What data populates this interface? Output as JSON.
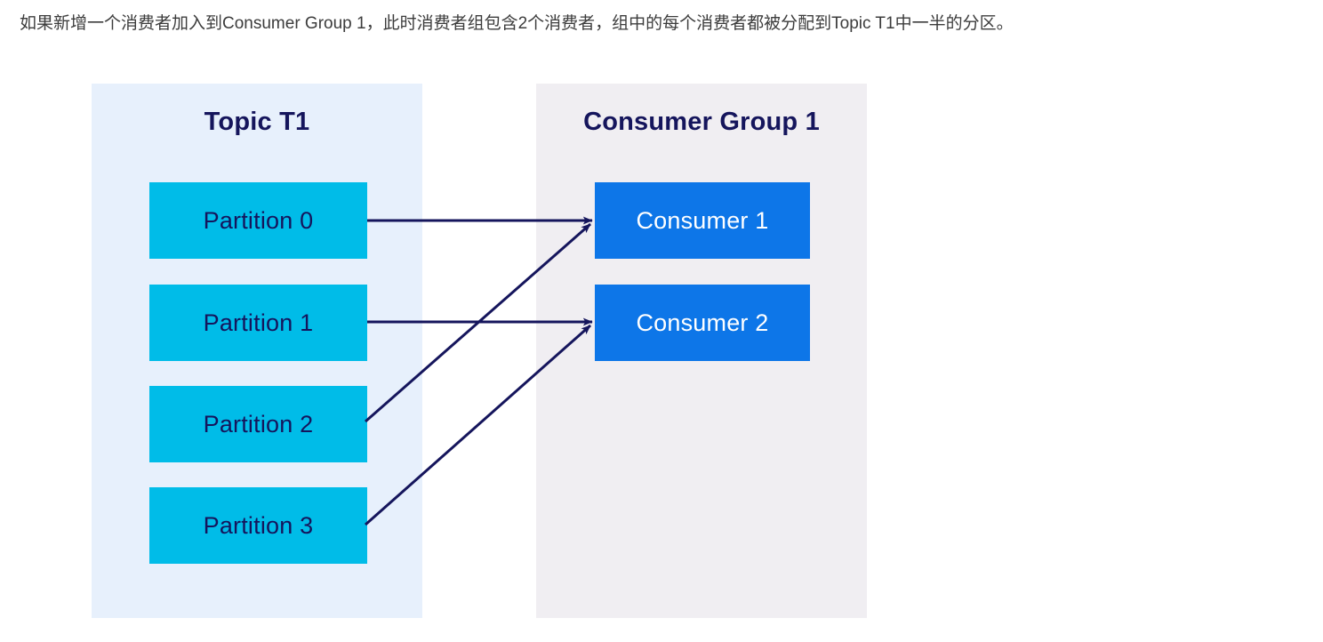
{
  "caption": {
    "text": "如果新增一个消费者加入到Consumer Group 1，此时消费者组包含2个消费者，组中的每个消费者都被分配到Topic T1中一半的分区。"
  },
  "colors": {
    "caption_text": "#3c3c3c",
    "topic_panel_bg": "#e7f0fc",
    "group_panel_bg": "#f0eef2",
    "partition_box": "#00bce8",
    "partition_text": "#15155c",
    "consumer_box": "#0d76e8",
    "consumer_text": "#ffffff",
    "title_text": "#15155c",
    "arrow": "#15155c",
    "page_bg": "#ffffff"
  },
  "diagram": {
    "type": "kafka-consumer-group-partition-assignment",
    "topic_panel": {
      "title": "Topic T1",
      "partitions": [
        {
          "label": "Partition 0"
        },
        {
          "label": "Partition 1"
        },
        {
          "label": "Partition 2"
        },
        {
          "label": "Partition 3"
        }
      ]
    },
    "group_panel": {
      "title": "Consumer Group 1",
      "consumers": [
        {
          "label": "Consumer 1"
        },
        {
          "label": "Consumer 2"
        }
      ]
    },
    "assignments": [
      {
        "from": "Partition 0",
        "to": "Consumer 1"
      },
      {
        "from": "Partition 1",
        "to": "Consumer 2"
      },
      {
        "from": "Partition 2",
        "to": "Consumer 1"
      },
      {
        "from": "Partition 3",
        "to": "Consumer 2"
      }
    ]
  }
}
